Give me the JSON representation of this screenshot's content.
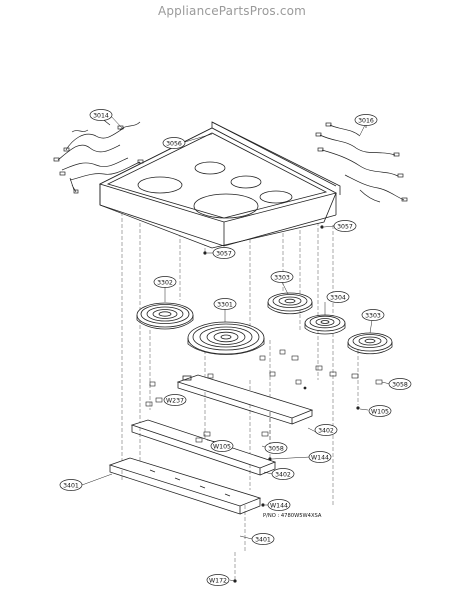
{
  "watermark": "AppliancePartsPros.com",
  "callouts": {
    "c3014": "3014",
    "c3016": "3016",
    "c3056": "3056",
    "c3057a": "3057",
    "c3057b": "3057",
    "c3302": "3302",
    "c3301": "3301",
    "c3303a": "3303",
    "c3304": "3304",
    "c3303b": "3303",
    "c3058a": "3058",
    "cW237": "W237",
    "cW105a": "W105",
    "c3402a": "3402",
    "c3058b": "3058",
    "cW105b": "W105",
    "cW144a": "W144",
    "c3402b": "3402",
    "c3401a": "3401",
    "cW144b": "W144",
    "c3401b": "3401",
    "cW172": "W172"
  },
  "part_number_note": "P/NO : 4780W5W4XSA"
}
